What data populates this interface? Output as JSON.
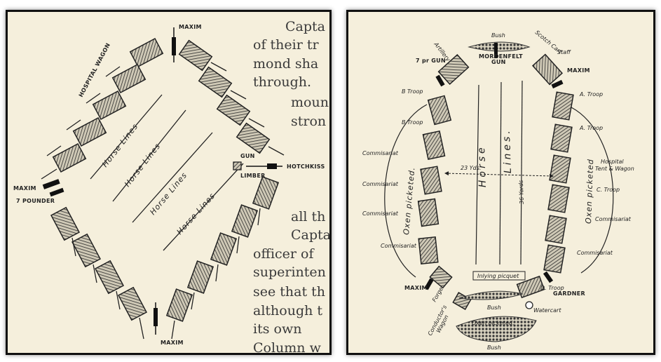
{
  "left": {
    "labels": {
      "maxim_top": "MAXIM",
      "maxim_left": "MAXIM",
      "maxim_bottom": "MAXIM",
      "seven_pounder": "7 POUNDER",
      "hospital_wagon": "HOSPITAL WAGON",
      "gun_limber_1": "GUN",
      "gun_limber_2": "LIMBER",
      "hotchkiss": "HOTCHKISS"
    },
    "horse_lines": [
      "Horse Lines",
      "Horse Lines",
      "Horse Lines",
      "Horse Lines"
    ],
    "book_text": [
      "Capta",
      "of their tr",
      "mond sha",
      "through.",
      "moun",
      "stron",
      "all th",
      "Capta",
      "officer of",
      "superinten",
      "see that th",
      "although t",
      "its own",
      "Column w"
    ]
  },
  "right": {
    "labels": {
      "artillery": "Artillery",
      "bush_top": "Bush",
      "scotch_cart": "Scotch Cart",
      "staff": "Staff",
      "mordenfelt": "MORDENFELT",
      "gun": "GUN",
      "seven_pr_gun": "7 pr GUN",
      "maxim_top": "MAXIM",
      "b_troop_1": "B Troop",
      "b_troop_2": "B Troop",
      "a_troop_1": "A. Troop",
      "a_troop_2": "A. Troop",
      "commissariat_l1": "Commisariat",
      "commissariat_l2": "Commisariat",
      "commissariat_l3": "Commisariat",
      "commissariat_l4": "Commisariat",
      "hospital_1": "Hospital",
      "hospital_2": "Tent & Wagon",
      "c_troop": "C. Troop",
      "commissariat_r1": "Commisariat",
      "commissariat_r2": "Commisariat",
      "yds_23": "23 Yds.",
      "yds_36": "36 Yards",
      "oxen_left": "Oxen picketed.",
      "oxen_right": "Oxen picketed",
      "horse": "Horse",
      "lines": "Lines.",
      "inlying": "Inlying picquet",
      "maxim_bottom": "MAXIM",
      "forge": "Forge",
      "conductors_1": "Conductor's",
      "conductors_2": "Wagon",
      "d_troop": "D. Troop",
      "gardner": "GARDNER",
      "bush_mid": "Bush",
      "watercart": "Watercart",
      "oxen_bottom": "Oxen picketed.",
      "bush_bottom": "Bush"
    }
  }
}
